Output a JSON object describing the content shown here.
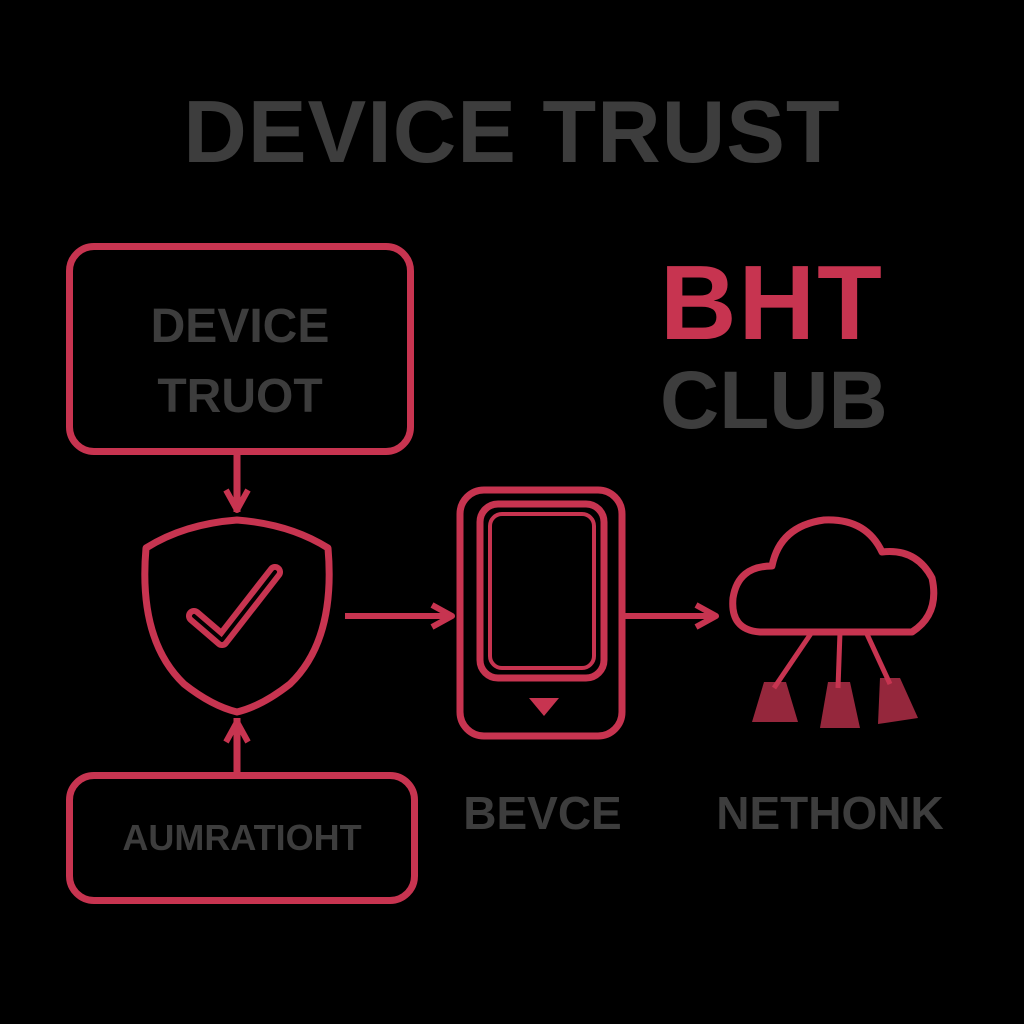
{
  "title": "DEVICE TRUST",
  "trust_box": {
    "line1": "DEVICE",
    "line2": "TRUOT"
  },
  "auth_box": {
    "label": "AUMRATIOHT"
  },
  "brand": {
    "top": "BHT",
    "bottom": "CLUB"
  },
  "device_caption": "BEVCE",
  "network_caption": "NETHONK",
  "colors": {
    "background": "#000000",
    "accent": "#c73450",
    "text": "#3d3d3d"
  },
  "icons": [
    "shield-check-icon",
    "smartphone-icon",
    "cloud-network-icon"
  ]
}
